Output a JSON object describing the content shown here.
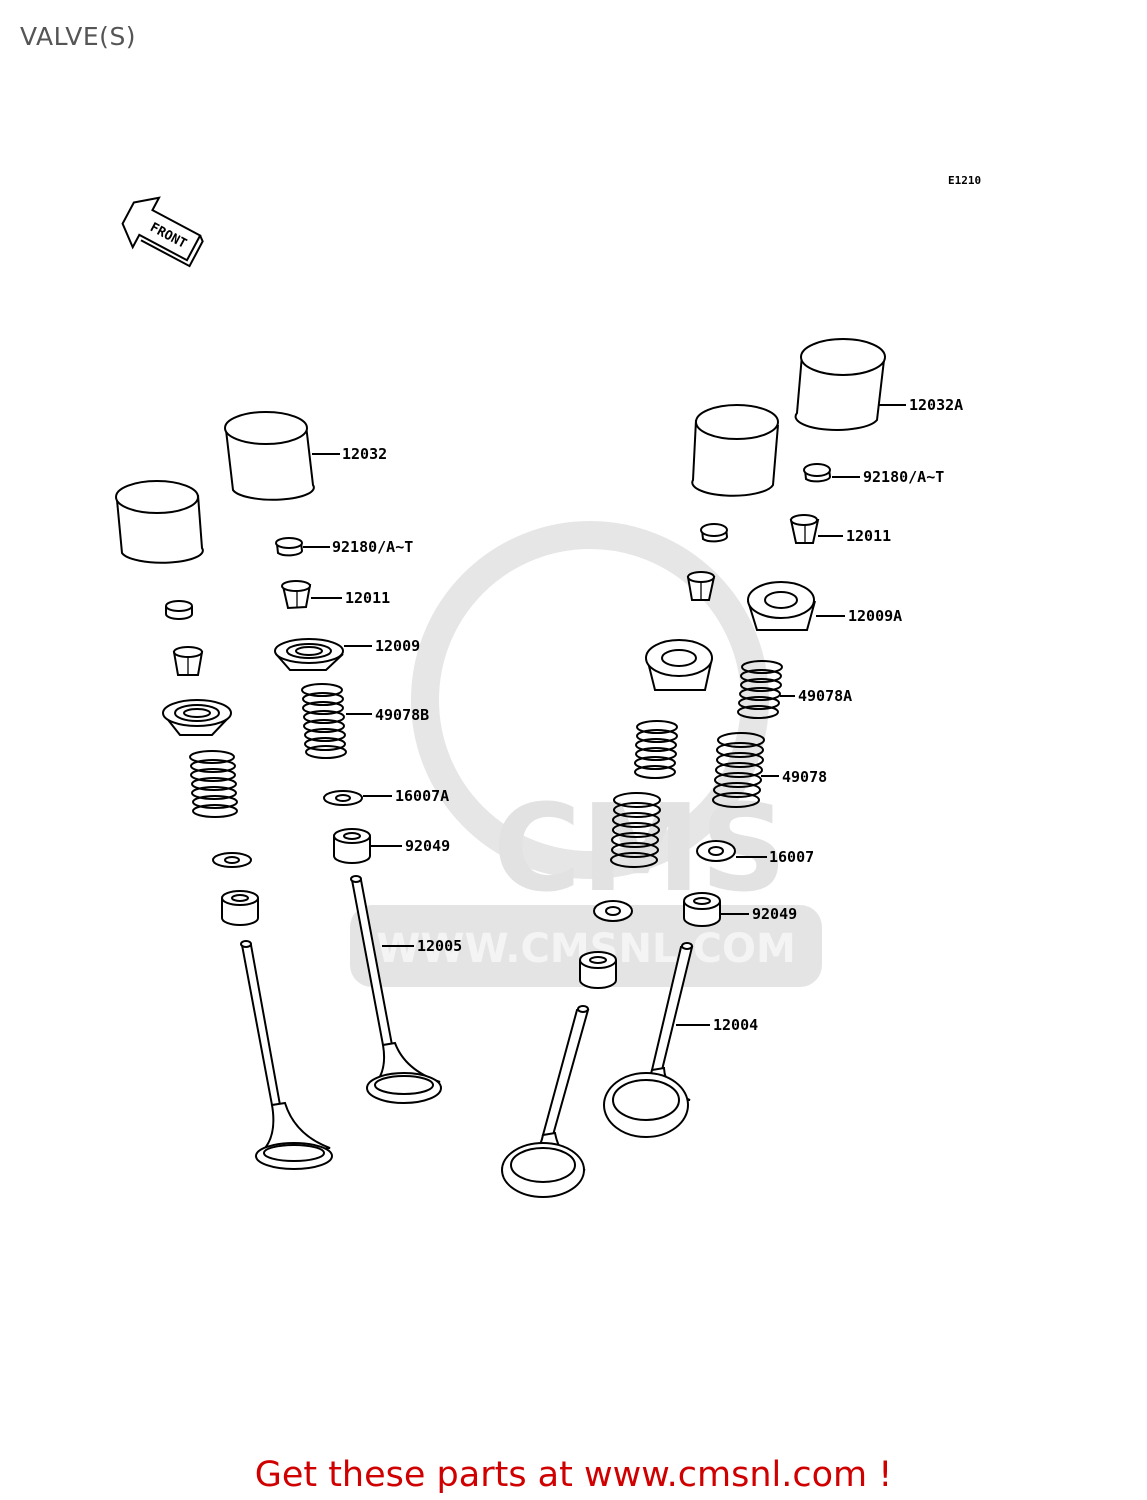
{
  "page": {
    "title": "VALVE(S)"
  },
  "diagram": {
    "code": "E1210",
    "front_label": "FRONT",
    "watermark": {
      "brand": "CMS",
      "url": "WWW.CMSNL.COM"
    },
    "parts": [
      {
        "number": "12032"
      },
      {
        "number": "92180/A~T"
      },
      {
        "number": "12011"
      },
      {
        "number": "12009"
      },
      {
        "number": "49078B"
      },
      {
        "number": "16007A"
      },
      {
        "number": "92049"
      },
      {
        "number": "12005"
      },
      {
        "number": "12032A"
      },
      {
        "number": "92180/A~T"
      },
      {
        "number": "12011"
      },
      {
        "number": "12009A"
      },
      {
        "number": "49078A"
      },
      {
        "number": "49078"
      },
      {
        "number": "16007"
      },
      {
        "number": "92049"
      },
      {
        "number": "12004"
      }
    ]
  },
  "footer": {
    "promo": "Get these parts at www.cmsnl.com !"
  },
  "colors": {
    "title": "#555555",
    "promo": "#d00000",
    "line_art": "#000000",
    "watermark": "#e4e4e4"
  }
}
